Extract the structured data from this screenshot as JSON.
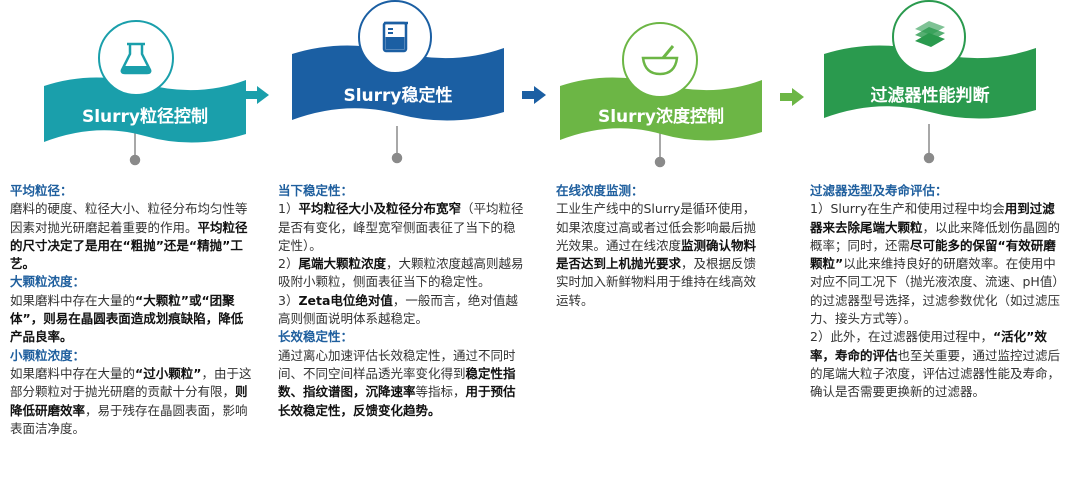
{
  "colors": {
    "teal": "#1a9fab",
    "blue": "#1b5fa3",
    "green": "#6cb645",
    "dark_green": "#2a9a4e",
    "connector": "#888888",
    "heading": "#1f5f9e"
  },
  "stages": [
    {
      "title": "Slurry粒径控制",
      "icon": "flask-icon",
      "sections": [
        {
          "heading": "平均粒径：",
          "runs": [
            {
              "t": "磨料的硬度、粒径大小、粒径分布均匀性等因素对抛光研磨起着重要的作用。",
              "b": false
            },
            {
              "t": "平均粒径的尺寸决定了是用在“粗抛”还是“精抛”工艺。",
              "b": true
            }
          ]
        },
        {
          "heading": "大颗粒浓度：",
          "runs": [
            {
              "t": "如果磨料中存在大量的",
              "b": false
            },
            {
              "t": "“大颗粒”或“团聚体”，则易在晶圆表面造成划痕缺陷，降低产品良率。",
              "b": true
            }
          ]
        },
        {
          "heading": "小颗粒浓度：",
          "runs": [
            {
              "t": "如果磨料中存在大量的",
              "b": false
            },
            {
              "t": "“过小颗粒”",
              "b": true
            },
            {
              "t": "，由于这部分颗粒对于抛光研磨的贡献十分有限，",
              "b": false
            },
            {
              "t": "则降低研磨效率",
              "b": true
            },
            {
              "t": "，易于残存在晶圆表面，影响表面洁净度。",
              "b": false
            }
          ]
        }
      ]
    },
    {
      "title": "Slurry稳定性",
      "icon": "beaker-icon",
      "sections": [
        {
          "heading": "当下稳定性：",
          "runs": []
        },
        {
          "heading": "",
          "runs": [
            {
              "t": "1）",
              "b": false
            },
            {
              "t": "平均粒径大小及粒径分布宽窄",
              "b": true
            },
            {
              "t": "（平均粒径是否有变化，峰型宽窄侧面表征了当下的稳定性）。",
              "b": false
            }
          ]
        },
        {
          "heading": "",
          "runs": [
            {
              "t": "2）",
              "b": false
            },
            {
              "t": "尾端大颗粒浓度",
              "b": true
            },
            {
              "t": "，大颗粒浓度越高则越易吸附小颗粒，侧面表征当下的稳定性。",
              "b": false
            }
          ]
        },
        {
          "heading": "",
          "runs": [
            {
              "t": "3）",
              "b": false
            },
            {
              "t": "Zeta电位绝对值",
              "b": true
            },
            {
              "t": "，一般而言，绝对值越高则侧面说明体系越稳定。",
              "b": false
            }
          ]
        },
        {
          "heading": "长效稳定性：",
          "runs": [
            {
              "t": "通过离心加速评估长效稳定性，通过不同时间、不同空间样品透光率变化得到",
              "b": false
            },
            {
              "t": "稳定性指数、指纹谱图，沉降速率",
              "b": true
            },
            {
              "t": "等指标，",
              "b": false
            },
            {
              "t": "用于预估长效稳定性，反馈变化趋势。",
              "b": true
            }
          ]
        }
      ]
    },
    {
      "title": "Slurry浓度控制",
      "icon": "mortar-icon",
      "sections": [
        {
          "heading": "在线浓度监测：",
          "runs": [
            {
              "t": "工业生产线中的Slurry是循环使用，如果浓度过高或者过低会影响最后抛光效果。通过在线浓度",
              "b": false
            },
            {
              "t": "监测确认物料是否达到上机抛光要求",
              "b": true
            },
            {
              "t": "，及根据反馈实时加入新鲜物料用于维持在线高效运转。",
              "b": false
            }
          ]
        }
      ]
    },
    {
      "title": "过滤器性能判断",
      "icon": "filter-icon",
      "sections": [
        {
          "heading": "过滤器选型及寿命评估：",
          "runs": []
        },
        {
          "heading": "",
          "runs": [
            {
              "t": "1）Slurry在生产和使用过程中均会",
              "b": false
            },
            {
              "t": "用到过滤器来去除尾端大颗粒",
              "b": true
            },
            {
              "t": "，以此来降低划伤晶圆的概率；同时，还需",
              "b": false
            },
            {
              "t": "尽可能多的保留“有效研磨颗粒”",
              "b": true
            },
            {
              "t": "以此来维持良好的研磨效率。在使用中对应不同工况下（抛光液浓度、流速、pH值）的过滤器型号选择，过滤参数优化（如过滤压力、接头方式等）。",
              "b": false
            }
          ]
        },
        {
          "heading": "",
          "runs": [
            {
              "t": "2）此外，在过滤器使用过程中，",
              "b": false
            },
            {
              "t": "“活化”效率，寿命的评估",
              "b": true
            },
            {
              "t": "也至关重要，通过监控过滤后的尾端大粒子浓度，评估过滤器性能及寿命，确认是否需要更换新的过滤器。",
              "b": false
            }
          ]
        }
      ]
    }
  ]
}
